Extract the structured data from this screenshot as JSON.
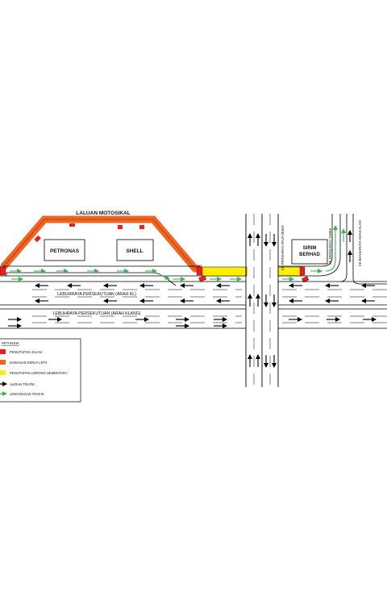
{
  "labels": {
    "motorcycle_route": "LALUAN MOTOSIKAL",
    "petronas": "PETRONAS",
    "shell": "SHELL",
    "sirim_line1": "SIRIM",
    "sirim_line2": "BERHAD",
    "federal_hwy_kl": "LEBUHRAYA PERSEKUTUAN (ARAH KL)",
    "federal_hwy_klang": "LEBUHRAYA PERSEKUTUAN (ARAH KLANG)",
    "to_raja_muda": "KE PERSIARAN RAJA MUDA",
    "to_tabek": "KE PERSIARAN TABEK",
    "to_shah_alam": "KE BANDARAYA SHAH ALAM"
  },
  "legend": {
    "title": "PETUNJUK",
    "items": [
      {
        "text": "PENUTUPAN JALAN",
        "color": "#ee1c1c",
        "icon": "red-square"
      },
      {
        "text": "KAWASAN KERJA LRT3",
        "color": "#f26522",
        "icon": "orange-square"
      },
      {
        "text": "PENUTUPAN LORONG SEMENTARA",
        "color": "#ffee00",
        "icon": "yellow-square"
      },
      {
        "text": "ALIRAN TRAFIK",
        "color": "#000000",
        "icon": "black-arrow-icon"
      },
      {
        "text": "LENCONGAN TRAFIK",
        "color": "#39b54a",
        "icon": "green-arrow-icon"
      }
    ]
  },
  "colors": {
    "road_closure": "#ee1c1c",
    "lrt3_work_area": "#f26522",
    "temporary_lane_closure": "#ffee00",
    "traffic_flow": "#000000",
    "traffic_diversion": "#39b54a"
  }
}
